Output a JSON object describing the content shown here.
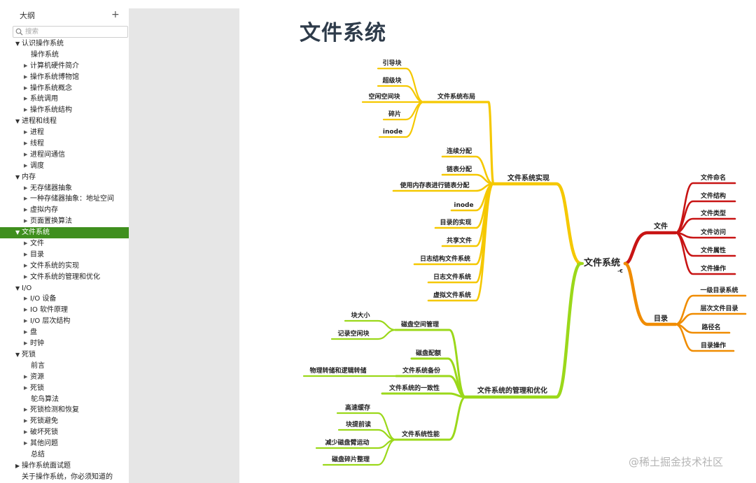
{
  "sidebar": {
    "title": "大纲",
    "add_label": "+",
    "search_placeholder": "搜索",
    "items": [
      {
        "label": "认识操作系统",
        "level": 0,
        "expanded": true
      },
      {
        "label": "操作系统",
        "level": 1,
        "leaf": true
      },
      {
        "label": "计算机硬件简介",
        "level": 1
      },
      {
        "label": "操作系统博物馆",
        "level": 1
      },
      {
        "label": "操作系统概念",
        "level": 1
      },
      {
        "label": "系统调用",
        "level": 1
      },
      {
        "label": "操作系统结构",
        "level": 1
      },
      {
        "label": "进程和线程",
        "level": 0,
        "expanded": true
      },
      {
        "label": "进程",
        "level": 1
      },
      {
        "label": "线程",
        "level": 1
      },
      {
        "label": "进程间通信",
        "level": 1
      },
      {
        "label": "调度",
        "level": 1
      },
      {
        "label": "内存",
        "level": 0,
        "expanded": true
      },
      {
        "label": "无存储器抽象",
        "level": 1
      },
      {
        "label": "一种存储器抽象：地址空间",
        "level": 1
      },
      {
        "label": "虚拟内存",
        "level": 1
      },
      {
        "label": "页面置换算法",
        "level": 1
      },
      {
        "label": "文件系统",
        "level": 0,
        "expanded": true,
        "active": true
      },
      {
        "label": "文件",
        "level": 1
      },
      {
        "label": "目录",
        "level": 1
      },
      {
        "label": "文件系统的实现",
        "level": 1
      },
      {
        "label": "文件系统的管理和优化",
        "level": 1
      },
      {
        "label": "I/O",
        "level": 0,
        "expanded": true
      },
      {
        "label": "I/O 设备",
        "level": 1
      },
      {
        "label": "IO 软件原理",
        "level": 1
      },
      {
        "label": "I/O 层次结构",
        "level": 1
      },
      {
        "label": "盘",
        "level": 1
      },
      {
        "label": "时钟",
        "level": 1
      },
      {
        "label": "死锁",
        "level": 0,
        "expanded": true
      },
      {
        "label": "前言",
        "level": 1,
        "leaf": true
      },
      {
        "label": "资源",
        "level": 1
      },
      {
        "label": "死锁",
        "level": 1
      },
      {
        "label": "鸵鸟算法",
        "level": 1,
        "leaf": true
      },
      {
        "label": "死锁检测和恢复",
        "level": 1
      },
      {
        "label": "死锁避免",
        "level": 1
      },
      {
        "label": "破坏死锁",
        "level": 1
      },
      {
        "label": "其他问题",
        "level": 1
      },
      {
        "label": "总结",
        "level": 1,
        "leaf": true
      },
      {
        "label": "操作系统面试题",
        "level": 0,
        "expanded": false
      },
      {
        "label": "关于操作系统，你必须知道的",
        "level": 0,
        "expanded": false,
        "leaf": true
      }
    ]
  },
  "document": {
    "title": "文件系统"
  },
  "mindmap": {
    "root": "文件系统",
    "root_marker": "-€",
    "colors": {
      "yellow": "#f5c800",
      "lime": "#9bd81a",
      "red": "#c81414",
      "orange": "#f08c00"
    },
    "branches": {
      "impl": {
        "label": "文件系统实现",
        "sub_layout": {
          "label": "文件系统布局",
          "children": [
            "引导块",
            "超级块",
            "空闲空间块",
            "碎片",
            "inode"
          ]
        },
        "children": [
          "连续分配",
          "链表分配",
          "使用内存表进行链表分配",
          "inode",
          "目录的实现",
          "共享文件",
          "日志结构文件系统",
          "日志文件系统",
          "虚拟文件系统"
        ]
      },
      "manage": {
        "label": "文件系统的管理和优化",
        "disk_space": {
          "label": "磁盘空间管理",
          "children": [
            "块大小",
            "记录空闲块"
          ]
        },
        "quota": {
          "label": "磁盘配额"
        },
        "backup": {
          "label": "文件系统备份",
          "children": [
            "物理转储和逻辑转储"
          ]
        },
        "consistency": {
          "label": "文件系统的一致性"
        },
        "performance": {
          "label": "文件系统性能",
          "children": [
            "高速缓存",
            "块提前读",
            "减少磁盘臂运动",
            "磁盘碎片整理"
          ]
        }
      },
      "file": {
        "label": "文件",
        "children": [
          "文件命名",
          "文件结构",
          "文件类型",
          "文件访问",
          "文件属性",
          "文件操作"
        ]
      },
      "dir": {
        "label": "目录",
        "children": [
          "一级目录系统",
          "层次文件目录",
          "路径名",
          "目录操作"
        ]
      }
    }
  },
  "watermark": "@稀土掘金技术社区"
}
